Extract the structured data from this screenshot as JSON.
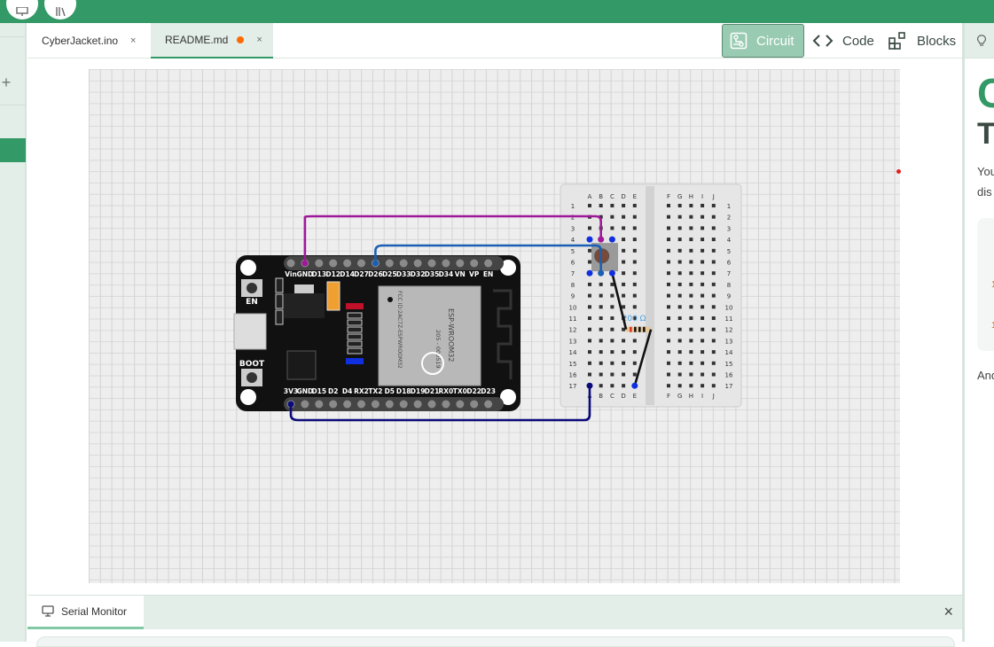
{
  "topbar": {
    "icons": [
      "monitor-icon",
      "library-icon"
    ]
  },
  "left_rail": {
    "add_label": "+"
  },
  "tabs": [
    {
      "label": "CyberJacket.ino",
      "close": "×",
      "modified": false,
      "active": false
    },
    {
      "label": "README.md",
      "close": "×",
      "modified": true,
      "active": true
    }
  ],
  "view_switcher": {
    "circuit": "Circuit",
    "code": "Code",
    "blocks": "Blocks",
    "active": "Circuit"
  },
  "right_panel": {
    "bulb_icon": "lightbulb-icon",
    "heading1": "C",
    "heading2": "T",
    "text1": "You",
    "text2": "dis",
    "box_mark1": "1",
    "box_mark2": "1",
    "text3": "And"
  },
  "board": {
    "name": "ESP32 DevKit",
    "top_pins": [
      "Vin",
      "GND",
      "D13",
      "D12",
      "D14",
      "D27",
      "D26",
      "D25",
      "D33",
      "D32",
      "D35",
      "D34",
      "VN",
      "VP",
      "EN"
    ],
    "bottom_pins": [
      "3V3",
      "GND",
      "D15",
      "D2",
      "D4",
      "RX2",
      "TX2",
      "D5",
      "D18",
      "D19",
      "D21",
      "RX0",
      "TX0",
      "D22",
      "D23"
    ],
    "buttons": [
      "EN",
      "BOOT"
    ],
    "module_label": "ESP-WROOM32",
    "fcc": "FCC ID:2AC7Z-ESPWROOM32",
    "code": "205 - 000519"
  },
  "breadboard": {
    "cols_left": [
      "A",
      "B",
      "C",
      "D",
      "E"
    ],
    "cols_right": [
      "F",
      "G",
      "H",
      "I",
      "J"
    ],
    "rows": 17
  },
  "resistor": {
    "label": "200 Ω"
  },
  "wires": [
    {
      "from": "GND",
      "to": "B4",
      "color": "#a0189a"
    },
    {
      "from": "D26",
      "to": "B7",
      "color": "#1a5fb4"
    },
    {
      "from": "3V3",
      "to": "A17",
      "color": "#0a0a7a"
    },
    {
      "from": "C7",
      "to": "D12",
      "color": "#111111"
    },
    {
      "from": "F12",
      "to": "E17",
      "color": "#111111"
    }
  ],
  "serial_monitor": {
    "label": "Serial Monitor",
    "close": "×"
  },
  "colors": {
    "brand": "#339966",
    "accent_light": "#e3eee8",
    "modified_dot": "#ff6a00"
  }
}
